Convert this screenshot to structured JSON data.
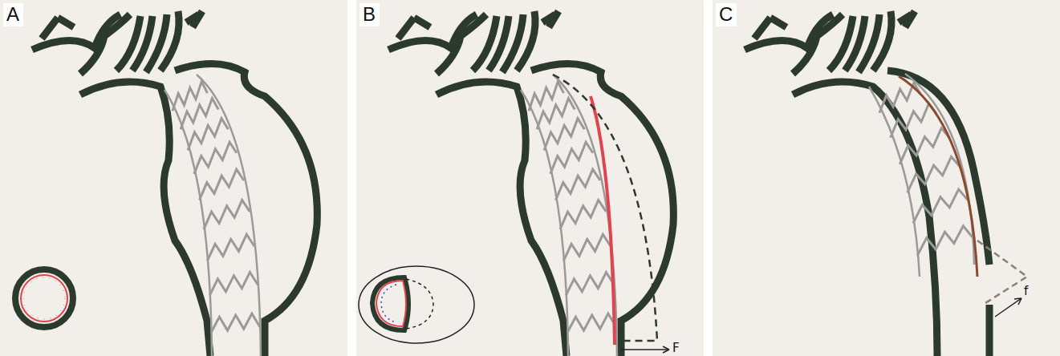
{
  "diagram": {
    "labels": [
      "A",
      "B",
      "C",
      "F",
      "f"
    ]
  }
}
